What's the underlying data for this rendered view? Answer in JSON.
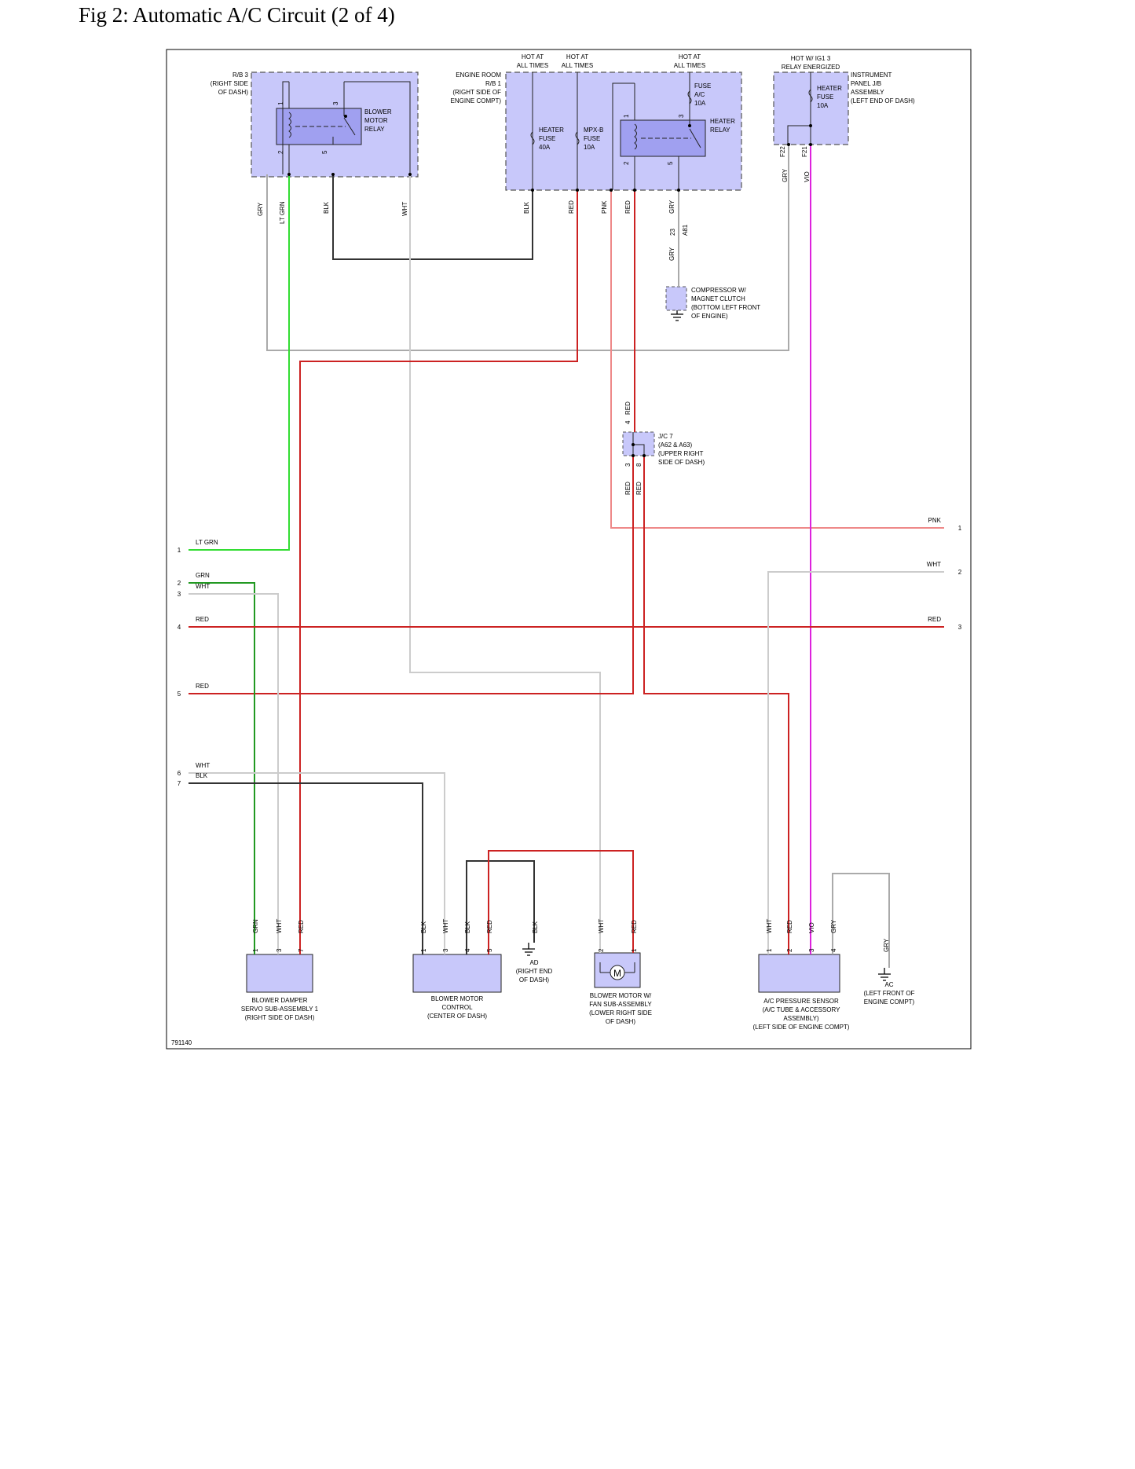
{
  "title": "Fig 2: Automatic A/C Circuit (2 of 4)",
  "colors": {
    "box_fill": "#c8c8fa",
    "relay_fill": "#a0a0f0",
    "lt_grn": "#33dd33",
    "grn": "#229922",
    "red": "#cc2222",
    "pnk": "#ee8888",
    "wht": "#cccccc",
    "gry": "#aaaaaa",
    "blk": "#333333",
    "vio": "#dd22dd"
  },
  "diagram_id": "791140",
  "rb3": {
    "label": [
      "R/B 3",
      "(RIGHT SIDE",
      "OF DASH)"
    ],
    "relay_label": [
      "BLOWER",
      "MOTOR",
      "RELAY"
    ],
    "pins": [
      "1",
      "3",
      "2",
      "5"
    ]
  },
  "rb1": {
    "label": [
      "ENGINE ROOM",
      "R/B 1",
      "(RIGHT SIDE OF",
      "ENGINE COMPT)"
    ]
  },
  "hot": [
    [
      "HOT AT",
      "ALL TIMES"
    ],
    [
      "HOT AT",
      "ALL TIMES"
    ],
    [
      "HOT AT",
      "ALL TIMES"
    ],
    [
      "HOT W/ IG1 3",
      "RELAY ENERGIZED"
    ]
  ],
  "fuses": {
    "heater": [
      "HEATER",
      "FUSE",
      "40A"
    ],
    "mpxb": [
      "MPX-B",
      "FUSE",
      "10A"
    ],
    "ac": [
      "FUSE",
      "A/C",
      "10A"
    ],
    "heater_ip": [
      "HEATER",
      "FUSE",
      "10A"
    ]
  },
  "heater_relay": {
    "label": [
      "HEATER",
      "RELAY"
    ],
    "pins": [
      "1",
      "3",
      "2",
      "5"
    ]
  },
  "ip_jb": {
    "label": [
      "INSTRUMENT",
      "PANEL J/B",
      "ASSEMBLY",
      "(LEFT END OF DASH)"
    ],
    "pins": [
      "F22",
      "F21"
    ]
  },
  "compressor": {
    "label": [
      "COMPRESSOR W/",
      "MAGNET CLUTCH",
      "(BOTTOM LEFT FRONT",
      "OF ENGINE)"
    ],
    "connector": [
      "23",
      "A81"
    ]
  },
  "jc7": {
    "label": [
      "J/C 7",
      "(A62 & A63)",
      "(UPPER RIGHT",
      "SIDE OF DASH)"
    ],
    "pins": [
      "4",
      "3",
      "8"
    ]
  },
  "wire_labels_top": [
    "GRY",
    "LT GRN",
    "BLK",
    "WHT",
    "BLK",
    "RED",
    "PNK",
    "RED",
    "GRY",
    "GRY",
    "GRY",
    "VIO",
    "RED",
    "RED",
    "RED"
  ],
  "left_terminals": [
    {
      "num": "1",
      "color": "LT GRN"
    },
    {
      "num": "2",
      "color": "GRN"
    },
    {
      "num": "3",
      "color": "WHT"
    },
    {
      "num": "4",
      "color": "RED"
    },
    {
      "num": "5",
      "color": "RED"
    },
    {
      "num": "6",
      "color": "WHT"
    },
    {
      "num": "7",
      "color": "BLK"
    }
  ],
  "right_terminals": [
    {
      "num": "1",
      "color": "PNK"
    },
    {
      "num": "2",
      "color": "WHT"
    },
    {
      "num": "3",
      "color": "RED"
    }
  ],
  "components": {
    "damper": {
      "label": [
        "BLOWER DAMPER",
        "SERVO SUB-ASSEMBLY 1",
        "(RIGHT SIDE OF DASH)"
      ],
      "pins": [
        "1",
        "3",
        "7"
      ],
      "wires": [
        "GRN",
        "WHT",
        "RED"
      ]
    },
    "bmc": {
      "label": [
        "BLOWER MOTOR",
        "CONTROL",
        "(CENTER OF DASH)"
      ],
      "pins": [
        "1",
        "3",
        "4",
        "5"
      ],
      "wires": [
        "BLK",
        "WHT",
        "BLK",
        "RED"
      ]
    },
    "ad": {
      "label": [
        "AD",
        "(RIGHT END",
        "OF DASH)"
      ],
      "wire": "BLK"
    },
    "motor": {
      "label": [
        "BLOWER MOTOR W/",
        "FAN SUB-ASSEMBLY",
        "(LOWER RIGHT SIDE",
        "OF DASH)"
      ],
      "pins": [
        "2",
        "1"
      ],
      "wires": [
        "WHT",
        "RED"
      ],
      "symbol": "M"
    },
    "sensor": {
      "label": [
        "A/C PRESSURE SENSOR",
        "(A/C TUBE & ACCESSORY",
        "ASSEMBLY)",
        "(LEFT SIDE OF ENGINE COMPT)"
      ],
      "pins": [
        "1",
        "2",
        "3",
        "4"
      ],
      "wires": [
        "WHT",
        "RED",
        "VIO",
        "GRY"
      ]
    },
    "ac_ground": {
      "label": [
        "AC",
        "(LEFT FRONT OF",
        "ENGINE COMPT)"
      ],
      "wire": "GRY"
    }
  }
}
